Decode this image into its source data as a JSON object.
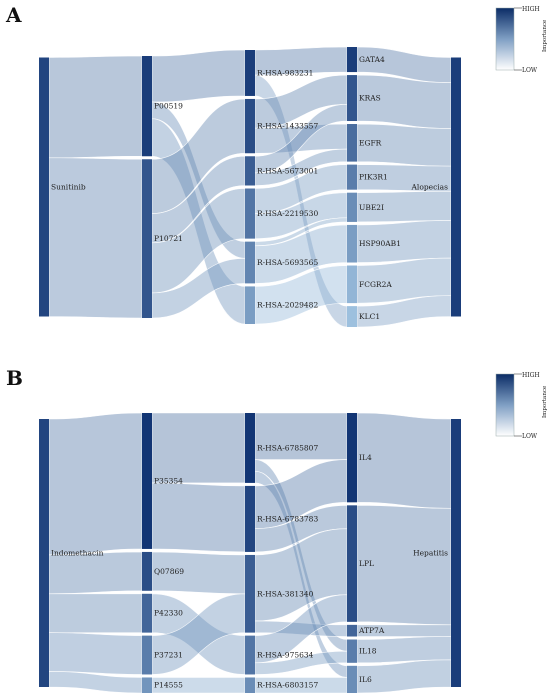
{
  "panels": [
    {
      "letter": "A",
      "legend": {
        "high": "HIGH",
        "low": "LOW",
        "title": "Importance"
      },
      "columns": [
        {
          "nodes": [
            {
              "id": "Sunitinib",
              "label": "Sunitinib",
              "level": 0.85
            }
          ]
        },
        {
          "nodes": [
            {
              "id": "P00519",
              "label": "P00519",
              "level": 0.9
            },
            {
              "id": "P10721",
              "label": "P10721",
              "level": 0.75
            }
          ]
        },
        {
          "nodes": [
            {
              "id": "R-HSA-983231",
              "label": "R-HSA-983231",
              "level": 0.9
            },
            {
              "id": "R-HSA-1433557",
              "label": "R-HSA-1433557",
              "level": 0.8
            },
            {
              "id": "R-HSA-5673001",
              "label": "R-HSA-5673001",
              "level": 0.7
            },
            {
              "id": "R-HSA-2219530",
              "label": "R-HSA-2219530",
              "level": 0.55
            },
            {
              "id": "R-HSA-5693565",
              "label": "R-HSA-5693565",
              "level": 0.45
            },
            {
              "id": "R-HSA-2029482",
              "label": "R-HSA-2029482",
              "level": 0.3
            }
          ]
        },
        {
          "nodes": [
            {
              "id": "GATA4",
              "label": "GATA4",
              "level": 0.9
            },
            {
              "id": "KRAS",
              "label": "KRAS",
              "level": 0.75
            },
            {
              "id": "EGFR",
              "label": "EGFR",
              "level": 0.6
            },
            {
              "id": "PIK3R1",
              "label": "PIK3R1",
              "level": 0.5
            },
            {
              "id": "UBE2I",
              "label": "UBE2I",
              "level": 0.4
            },
            {
              "id": "HSP90AB1",
              "label": "HSP90AB1",
              "level": 0.3
            },
            {
              "id": "FCGR2A",
              "label": "FCGR2A",
              "level": 0.15
            },
            {
              "id": "KLC1",
              "label": "KLC1",
              "level": 0.08
            }
          ]
        },
        {
          "nodes": [
            {
              "id": "Alopecias",
              "label": "Alopecias",
              "level": 0.9
            }
          ]
        }
      ],
      "links": [
        {
          "from": "Sunitinib",
          "to": "P00519",
          "value": 24
        },
        {
          "from": "Sunitinib",
          "to": "P10721",
          "value": 38
        },
        {
          "from": "P00519",
          "to": "R-HSA-983231",
          "value": 11
        },
        {
          "from": "P00519",
          "to": "R-HSA-5693565",
          "value": 4
        },
        {
          "from": "P00519",
          "to": "R-HSA-2029482",
          "value": 9
        },
        {
          "from": "P10721",
          "to": "R-HSA-1433557",
          "value": 13
        },
        {
          "from": "P10721",
          "to": "R-HSA-5673001",
          "value": 7
        },
        {
          "from": "P10721",
          "to": "R-HSA-2219530",
          "value": 12
        },
        {
          "from": "P10721",
          "to": "R-HSA-5693565",
          "value": 6
        },
        {
          "from": "R-HSA-983231",
          "to": "GATA4",
          "value": 6
        },
        {
          "from": "R-HSA-983231",
          "to": "KLC1",
          "value": 5
        },
        {
          "from": "R-HSA-1433557",
          "to": "KRAS",
          "value": 7
        },
        {
          "from": "R-HSA-1433557",
          "to": "EGFR",
          "value": 6
        },
        {
          "from": "R-HSA-5673001",
          "to": "KRAS",
          "value": 4
        },
        {
          "from": "R-HSA-5673001",
          "to": "EGFR",
          "value": 3
        },
        {
          "from": "R-HSA-2219530",
          "to": "PIK3R1",
          "value": 6
        },
        {
          "from": "R-HSA-2219530",
          "to": "UBE2I",
          "value": 6
        },
        {
          "from": "R-HSA-5693565",
          "to": "UBE2I",
          "value": 1
        },
        {
          "from": "R-HSA-5693565",
          "to": "HSP90AB1",
          "value": 9
        },
        {
          "from": "R-HSA-2029482",
          "to": "FCGR2A",
          "value": 9
        },
        {
          "from": "GATA4",
          "to": "Alopecias",
          "value": 6
        },
        {
          "from": "KRAS",
          "to": "Alopecias",
          "value": 11
        },
        {
          "from": "EGFR",
          "to": "Alopecias",
          "value": 9
        },
        {
          "from": "PIK3R1",
          "to": "Alopecias",
          "value": 6
        },
        {
          "from": "UBE2I",
          "to": "Alopecias",
          "value": 7
        },
        {
          "from": "HSP90AB1",
          "to": "Alopecias",
          "value": 9
        },
        {
          "from": "FCGR2A",
          "to": "Alopecias",
          "value": 9
        },
        {
          "from": "KLC1",
          "to": "Alopecias",
          "value": 5
        }
      ]
    },
    {
      "letter": "B",
      "legend": {
        "high": "HIGH",
        "low": "LOW",
        "title": "Importance"
      },
      "columns": [
        {
          "nodes": [
            {
              "id": "Indomethacin",
              "label": "Indomethacin",
              "level": 0.85
            }
          ]
        },
        {
          "nodes": [
            {
              "id": "P35354",
              "label": "P35354",
              "level": 0.95
            },
            {
              "id": "Q07869",
              "label": "Q07869",
              "level": 0.8
            },
            {
              "id": "P42330",
              "label": "P42330",
              "level": 0.65
            },
            {
              "id": "P37231",
              "label": "P37231",
              "level": 0.5
            },
            {
              "id": "P14555",
              "label": "P14555",
              "level": 0.35
            }
          ]
        },
        {
          "nodes": [
            {
              "id": "R-HSA-6785807",
              "label": "R-HSA-6785807",
              "level": 0.95
            },
            {
              "id": "R-HSA-6783783",
              "label": "R-HSA-6783783",
              "level": 0.85
            },
            {
              "id": "R-HSA-381340",
              "label": "R-HSA-381340",
              "level": 0.7
            },
            {
              "id": "R-HSA-975634",
              "label": "R-HSA-975634",
              "level": 0.55
            },
            {
              "id": "R-HSA-6803157",
              "label": "R-HSA-6803157",
              "level": 0.4
            }
          ]
        },
        {
          "nodes": [
            {
              "id": "IL4",
              "label": "IL4",
              "level": 0.95
            },
            {
              "id": "LPL",
              "label": "LPL",
              "level": 0.8
            },
            {
              "id": "ATP7A",
              "label": "ATP7A",
              "level": 0.65
            },
            {
              "id": "IL18",
              "label": "IL18",
              "level": 0.5
            },
            {
              "id": "IL6",
              "label": "IL6",
              "level": 0.4
            }
          ]
        },
        {
          "nodes": [
            {
              "id": "Hepatitis",
              "label": "Hepatitis",
              "level": 0.9
            }
          ]
        }
      ],
      "links": [
        {
          "from": "Indomethacin",
          "to": "P35354",
          "value": 35
        },
        {
          "from": "Indomethacin",
          "to": "Q07869",
          "value": 10
        },
        {
          "from": "Indomethacin",
          "to": "P42330",
          "value": 10
        },
        {
          "from": "Indomethacin",
          "to": "P37231",
          "value": 10
        },
        {
          "from": "Indomethacin",
          "to": "P14555",
          "value": 4
        },
        {
          "from": "P35354",
          "to": "R-HSA-6785807",
          "value": 18
        },
        {
          "from": "P35354",
          "to": "R-HSA-6783783",
          "value": 17
        },
        {
          "from": "Q07869",
          "to": "R-HSA-381340",
          "value": 10
        },
        {
          "from": "P42330",
          "to": "R-HSA-975634",
          "value": 10
        },
        {
          "from": "P37231",
          "to": "R-HSA-381340",
          "value": 10
        },
        {
          "from": "P14555",
          "to": "R-HSA-6803157",
          "value": 4
        },
        {
          "from": "R-HSA-6785807",
          "to": "IL4",
          "value": 12
        },
        {
          "from": "R-HSA-6785807",
          "to": "IL18",
          "value": 3
        },
        {
          "from": "R-HSA-6785807",
          "to": "IL6",
          "value": 3
        },
        {
          "from": "R-HSA-6783783",
          "to": "IL4",
          "value": 11
        },
        {
          "from": "R-HSA-6783783",
          "to": "LPL",
          "value": 6
        },
        {
          "from": "R-HSA-381340",
          "to": "LPL",
          "value": 17
        },
        {
          "from": "R-HSA-381340",
          "to": "ATP7A",
          "value": 3
        },
        {
          "from": "R-HSA-975634",
          "to": "LPL",
          "value": 7
        },
        {
          "from": "R-HSA-975634",
          "to": "IL18",
          "value": 3
        },
        {
          "from": "R-HSA-6803157",
          "to": "IL6",
          "value": 4
        },
        {
          "from": "IL4",
          "to": "Hepatitis",
          "value": 23
        },
        {
          "from": "LPL",
          "to": "Hepatitis",
          "value": 30
        },
        {
          "from": "ATP7A",
          "to": "Hepatitis",
          "value": 3
        },
        {
          "from": "IL18",
          "to": "Hepatitis",
          "value": 6
        },
        {
          "from": "IL6",
          "to": "Hepatitis",
          "value": 7
        }
      ]
    }
  ]
}
